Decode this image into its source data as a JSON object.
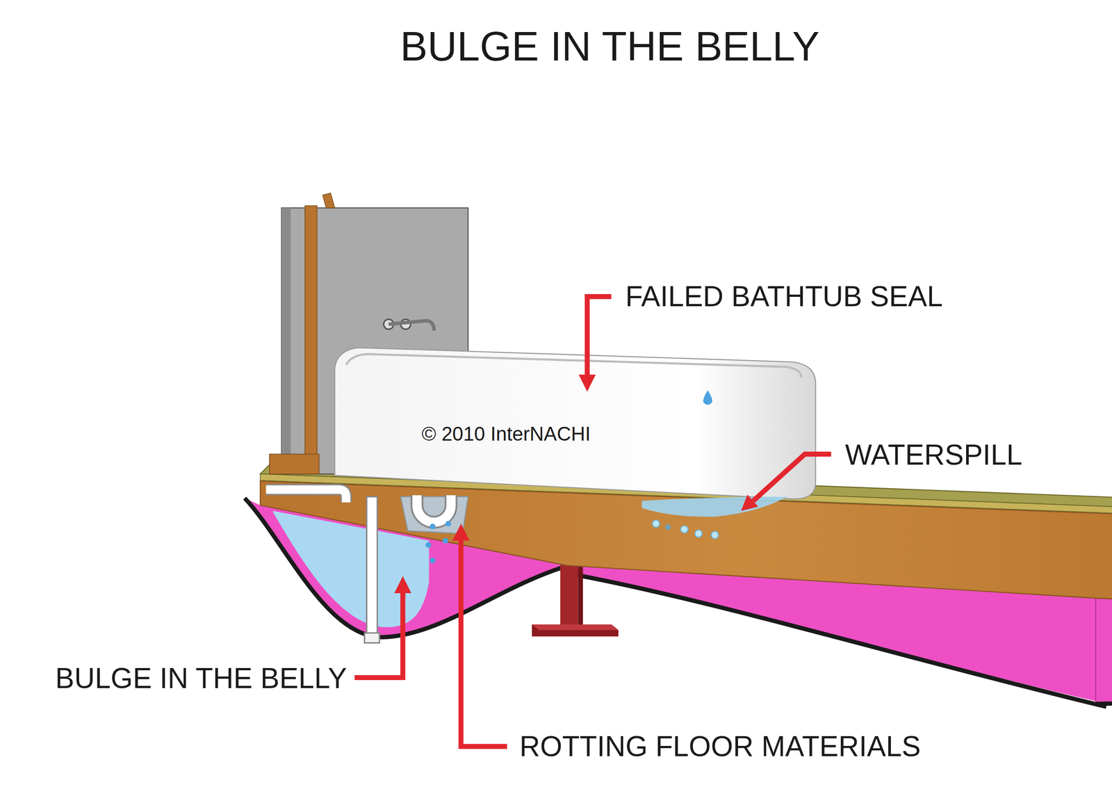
{
  "diagram": {
    "title": "BULGE IN THE BELLY",
    "labels": [
      "FAILED BATHTUB SEAL",
      "© 2010 InterNACHI",
      "WATERSPILL",
      "BULGE IN THE BELLY",
      "ROTTING FLOOR MATERIALS"
    ]
  }
}
